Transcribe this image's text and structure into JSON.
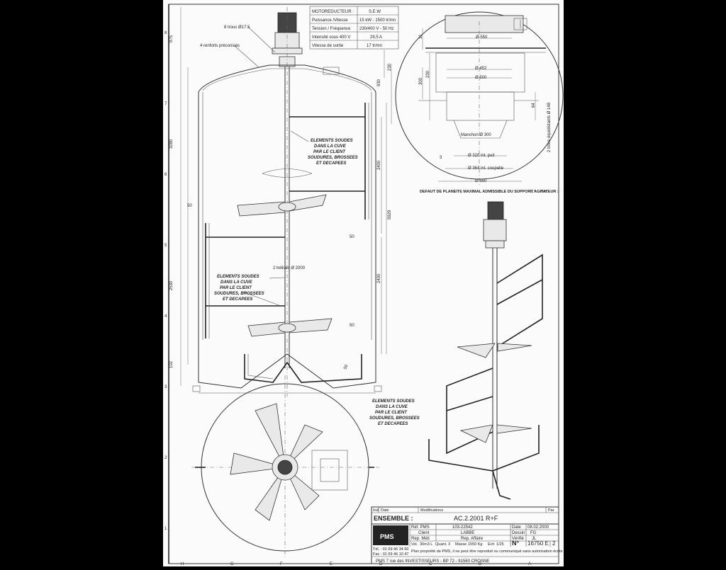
{
  "motor_table": {
    "rows": [
      {
        "label": "MOTOREDUCTEUR :",
        "value": "S.E.W"
      },
      {
        "label": "Puissance /Vitesse",
        "value": "15 kW - 1500 tr/mn"
      },
      {
        "label": "Tension / Fréquence",
        "value": "230/400 V - 50 Hz"
      },
      {
        "label": "Intensité sous 400 V",
        "value": "29,5 A"
      },
      {
        "label": "Vitesse de sortie",
        "value": "17 tr/mn"
      }
    ]
  },
  "labels": {
    "holes": "8 trous Ø17.5",
    "reinforcements": "4 renforts préconisés",
    "propellers": "2 hélices Ø 2000",
    "welded_note": [
      "ELEMENTS SOUDES",
      "DANS LA CUVE",
      "PAR LE CLIENT",
      "SOUDURES, BROSSEES",
      "ET DECAPEES"
    ],
    "sleeve": "Manchon Ø 300",
    "holes_148": "2 trous équidistants Ø 148",
    "flatness": "DEFAUT DE PLANEITE MAXIMAL ADMISSIBLE DU SUPPORT AGITATEUR :",
    "flatness_value": "0,7",
    "flatness_unit": "mm."
  },
  "dims": {
    "left": [
      "975",
      "3280",
      "2530",
      "102"
    ],
    "right": [
      "230",
      "930",
      "2400",
      "5929",
      "2400"
    ],
    "fifty": "50",
    "detail": {
      "d550_top": "Ø 550",
      "d452": "Ø 452",
      "d500": "Ø 500",
      "d320": "Ø 320 int. puit",
      "d364": "Ø 364 int. coupelle",
      "d550_bottom": "Ø 550",
      "v31": "31",
      "v300": "300",
      "v230": "230",
      "v64": "64",
      "v3": "3"
    }
  },
  "title_block": {
    "rev_header": [
      "Ind",
      "Date",
      "Modifications",
      "Par"
    ],
    "ensemble_label": "ENSEMBLE :",
    "ensemble_value": "AC.2.2001 R+F",
    "ref_pms_label": "Réf. PMS",
    "ref_pms_value": "103-22542",
    "date_label": "Date",
    "date_value": "08.02.2000",
    "client_label": "Client",
    "client_value": "LABBE",
    "dessin_label": "Dessin",
    "dessin_value": "FG",
    "rep_meti_label": "Rep. Méti",
    "rep_affaire_label": "Rep. Affaire",
    "verifie_label": "Vérifié",
    "verifie_value": "JL",
    "tel": "Tél. : 01 69 46 34 60",
    "fax": "Fax : 01 69 46 10 47",
    "vol_label": "Vol.",
    "vol_value": "30m3 L",
    "quant_label": "Quant.",
    "quant_value": "3",
    "masse_label": "Masse",
    "masse_value": "1550 Kg",
    "ech_label": "Ech",
    "ech_value": "1/25",
    "no_label": "N°",
    "no_value": "16750 E",
    "sheet_no": "2",
    "logo_text": "PMS",
    "address": "PMS 7 rue des INVESTISSEURS - BP 72 - 91560 CROSNE",
    "property_note": "Plan propriété de PMS, il ne peut être reproduit ou communiqué sans autorisation écrite"
  },
  "border": {
    "letters": [
      "H",
      "G",
      "F",
      "E",
      "D",
      "C",
      "B",
      "A"
    ],
    "numbers": [
      "8",
      "7",
      "6",
      "5",
      "4",
      "3",
      "2",
      "1"
    ]
  }
}
